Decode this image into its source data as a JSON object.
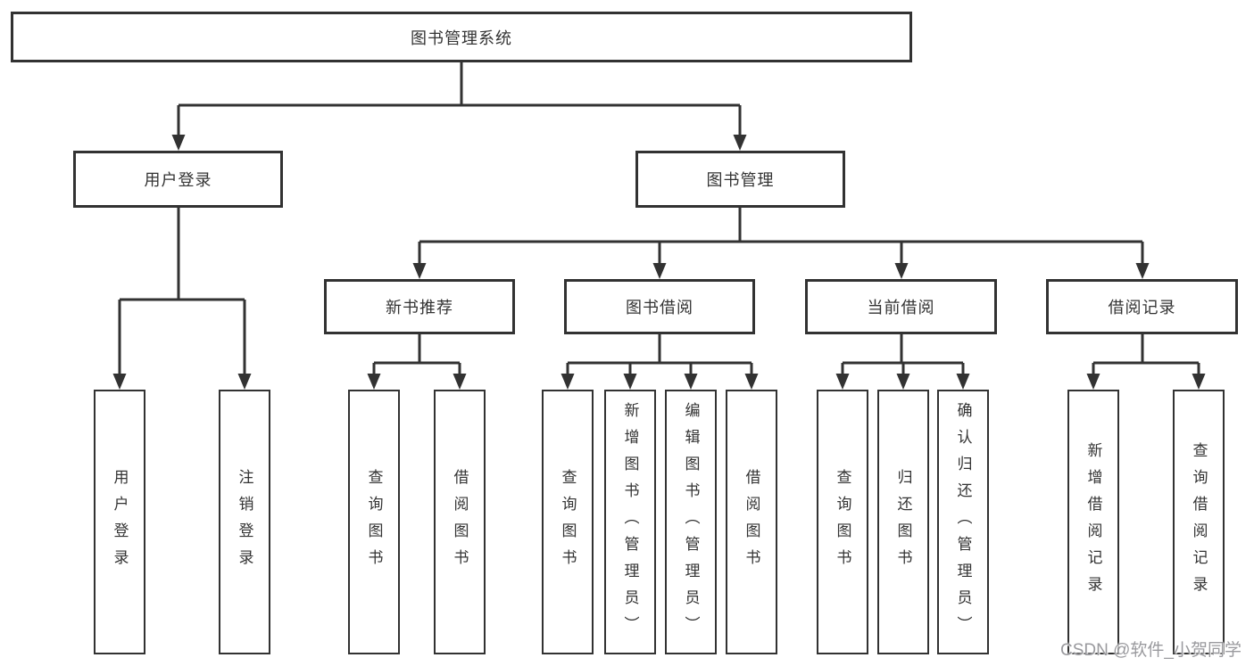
{
  "tree": {
    "label": "图书管理系统",
    "children": [
      {
        "label": "用户登录",
        "children": [
          {
            "label": "用户登录"
          },
          {
            "label": "注销登录"
          }
        ]
      },
      {
        "label": "图书管理",
        "children": [
          {
            "label": "新书推荐",
            "children": [
              {
                "label": "查询图书"
              },
              {
                "label": "借阅图书"
              }
            ]
          },
          {
            "label": "图书借阅",
            "children": [
              {
                "label": "查询图书"
              },
              {
                "label": "新增图书（管理员）"
              },
              {
                "label": "编辑图书（管理员）"
              },
              {
                "label": "借阅图书"
              }
            ]
          },
          {
            "label": "当前借阅",
            "children": [
              {
                "label": "查询图书"
              },
              {
                "label": "归还图书"
              },
              {
                "label": "确认归还（管理员）"
              }
            ]
          },
          {
            "label": "借阅记录",
            "children": [
              {
                "label": "新增借阅记录"
              },
              {
                "label": "查询借阅记录"
              }
            ]
          }
        ]
      }
    ]
  },
  "watermark": {
    "text": "CSDN @软件_小贺同学"
  },
  "colors": {
    "line": "#323232",
    "background": "#ffffff",
    "watermark": "#9a9a9e"
  }
}
